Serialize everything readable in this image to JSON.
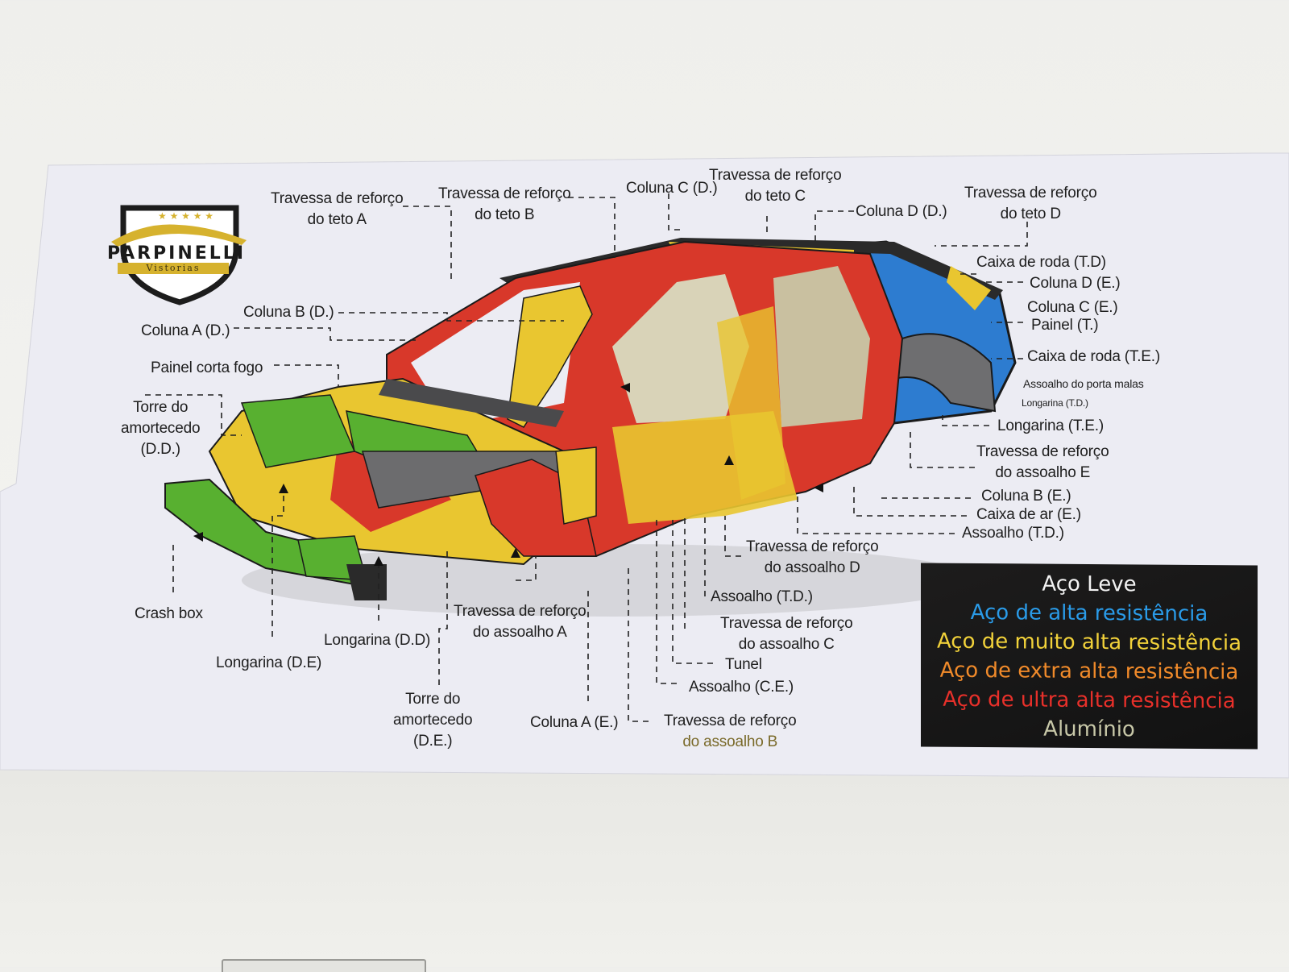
{
  "logo": {
    "name": "PARPINELLI",
    "sub": "Vistorias"
  },
  "labels": {
    "trav_teto_a": [
      "Travessa de reforço",
      "do teto A"
    ],
    "trav_teto_b": [
      "Travessa de reforço",
      "do teto B"
    ],
    "coluna_c_d": "Coluna C (D.)",
    "trav_teto_c": [
      "Travessa de reforço",
      "do teto C"
    ],
    "coluna_d_d": "Coluna D (D.)",
    "trav_teto_d": [
      "Travessa de reforço",
      "do teto D"
    ],
    "caixa_roda_td": "Caixa de roda (T.D)",
    "coluna_d_e": "Coluna D (E.)",
    "coluna_c_e": "Coluna C (E.)",
    "painel_t": "Painel (T.)",
    "caixa_roda_te": "Caixa de roda (T.E.)",
    "assoalho_porta_malas": "Assoalho do porta malas",
    "longarina_td": "Longarina (T.D.)",
    "longarina_te": "Longarina (T.E.)",
    "trav_assoalho_e": [
      "Travessa de reforço",
      "do assoalho E"
    ],
    "coluna_b_e": "Coluna B (E.)",
    "caixa_ar_e": "Caixa de ar (E.)",
    "assoalho_td_right": "Assoalho (T.D.)",
    "trav_assoalho_d": [
      "Travessa de reforço",
      "do assoalho D"
    ],
    "assoalho_td": "Assoalho (T.D.)",
    "trav_assoalho_c": [
      "Travessa de reforço",
      "do assoalho C"
    ],
    "tunel": "Tunel",
    "assoalho_ce": "Assoalho (C.E.)",
    "trav_assoalho_b": [
      "Travessa de reforço",
      "do assoalho B"
    ],
    "coluna_a_e": "Coluna A (E.)",
    "torre_de": [
      "Torre do",
      "amortecedo",
      "(D.E.)"
    ],
    "trav_assoalho_a": [
      "Travessa de reforço",
      "do assoalho A"
    ],
    "longarina_dd": "Longarina (D.D)",
    "longarina_de": "Longarina (D.E)",
    "crash_box": "Crash box",
    "torre_dd": [
      "Torre do",
      "amortecedo",
      "(D.D.)"
    ],
    "painel_corta_fogo": "Painel corta fogo",
    "coluna_a_d": "Coluna A (D.)",
    "coluna_b_d": "Coluna B (D.)"
  },
  "legend": [
    {
      "text": "Aço Leve",
      "color": "#f2f2f2"
    },
    {
      "text": "Aço de alta resistência",
      "color": "#2a9be8"
    },
    {
      "text": "Aço de muito alta resistência",
      "color": "#f2d23a"
    },
    {
      "text": "Aço de extra alta resistência",
      "color": "#f08a2a"
    },
    {
      "text": "Aço de ultra alta resistência",
      "color": "#e8302a"
    },
    {
      "text": "Alumínio",
      "color": "#c8c8a8"
    }
  ],
  "colors": {
    "red": "#d8382a",
    "yellow": "#e9c630",
    "blue": "#2574c8",
    "green": "#58b030",
    "gray": "#7a7a7a"
  }
}
